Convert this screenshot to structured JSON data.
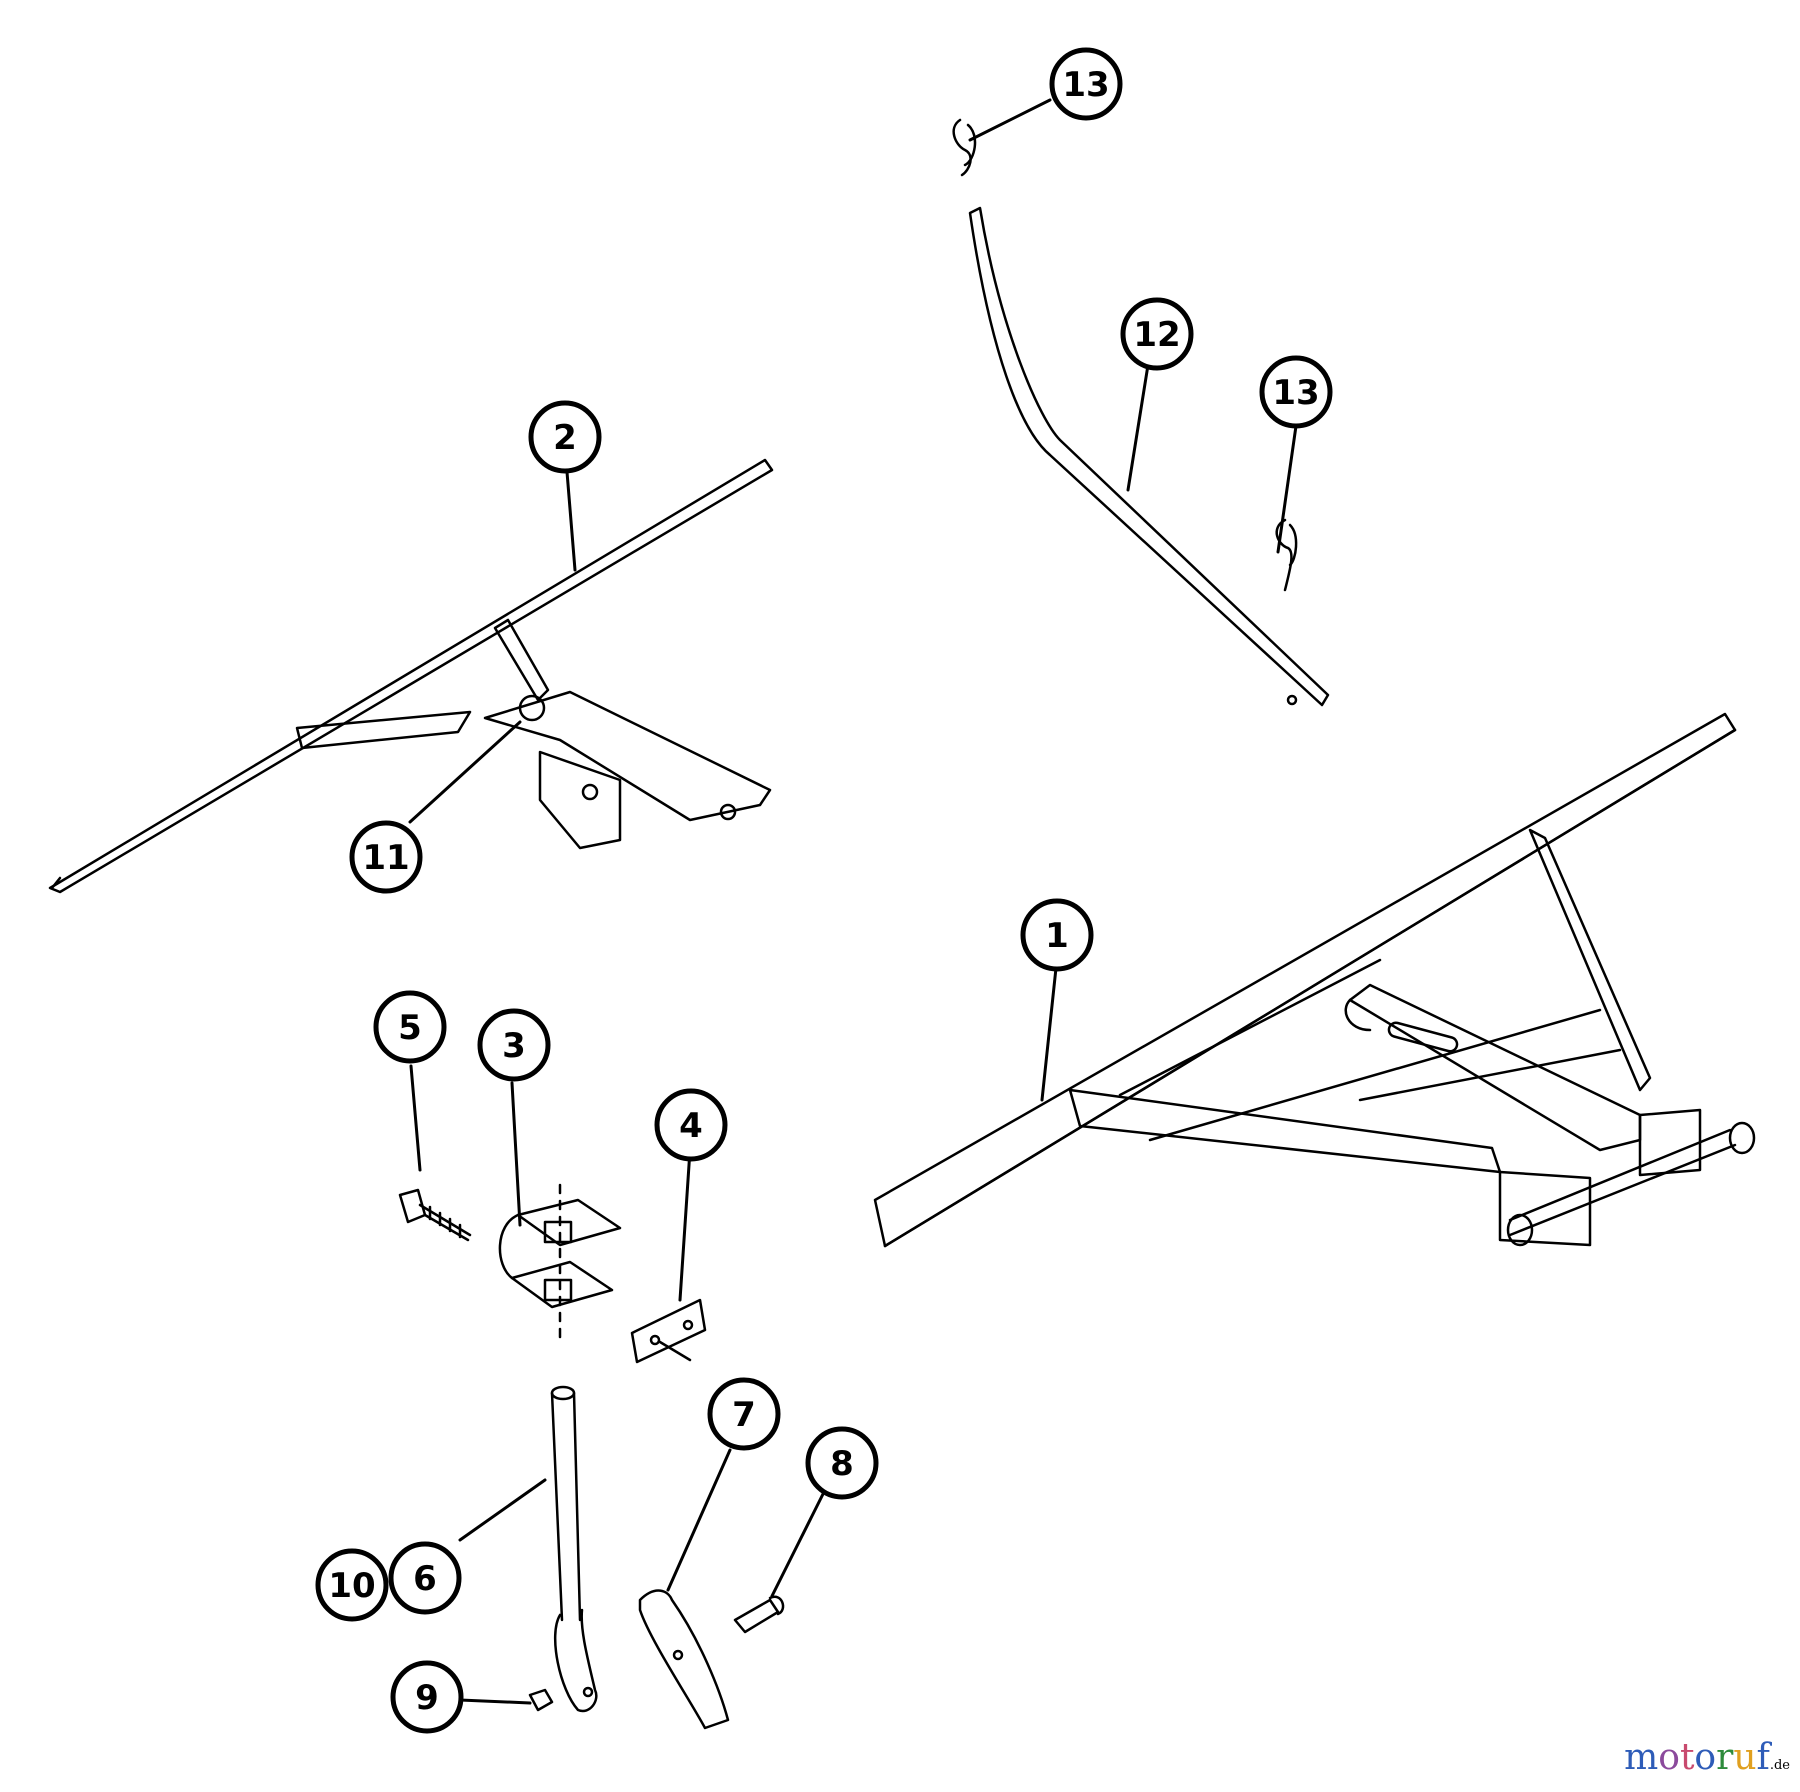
{
  "diagram": {
    "callouts": {
      "c1": "1",
      "c2": "2",
      "c3": "3",
      "c4": "4",
      "c5": "5",
      "c6": "6",
      "c7": "7",
      "c8": "8",
      "c9": "9",
      "c10": "10",
      "c11": "11",
      "c12": "12",
      "c13a": "13",
      "c13b": "13"
    }
  },
  "watermark": {
    "text_colored": [
      "m",
      "o",
      "t",
      "o",
      "r",
      "u",
      "f"
    ],
    "suffix": ".de",
    "colors": [
      "#2e5cb8",
      "#8b4a9c",
      "#c84a6e",
      "#2e5cb8",
      "#2e8b3c",
      "#e0a020",
      "#2e5cb8"
    ]
  }
}
